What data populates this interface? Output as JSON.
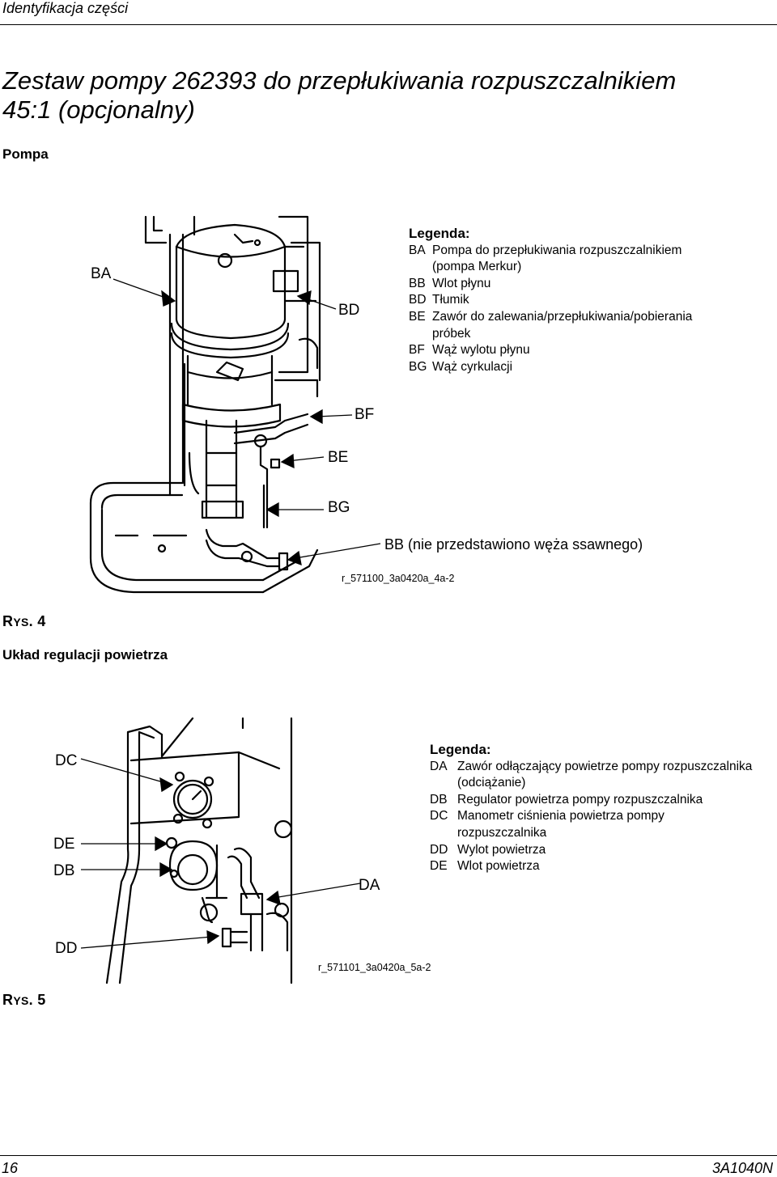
{
  "header": {
    "section": "Identyfikacja części"
  },
  "title": "Zestaw pompy 262393 do przepłukiwania rozpuszczalnikiem 45:1 (opcjonalny)",
  "figure4": {
    "heading": "Pompa",
    "callouts": {
      "ba": "BA",
      "bd": "BD",
      "bf": "BF",
      "be": "BE",
      "bg": "BG",
      "bb": "BB (nie przedstawiono węża ssawnego)"
    },
    "legend_title": "Legenda:",
    "legend": [
      {
        "code": "BA",
        "desc": "Pompa do przepłukiwania rozpuszczalnikiem (pompa Merkur)"
      },
      {
        "code": "BB",
        "desc": "Wlot płynu"
      },
      {
        "code": "BD",
        "desc": "Tłumik"
      },
      {
        "code": "BE",
        "desc": "Zawór do zalewania/przepłukiwania/pobierania próbek"
      },
      {
        "code": "BF",
        "desc": "Wąż wylotu płynu"
      },
      {
        "code": "BG",
        "desc": "Wąż cyrkulacji"
      }
    ],
    "ref": "r_571100_3a0420a_4a-2",
    "caption_prefix": "R",
    "caption_small": "YS",
    "caption_suffix": ". 4"
  },
  "figure5": {
    "heading": "Układ regulacji powietrza",
    "callouts": {
      "dc": "DC",
      "de": "DE",
      "db": "DB",
      "da": "DA",
      "dd": "DD"
    },
    "legend_title": "Legenda:",
    "legend": [
      {
        "code": "DA",
        "desc": "Zawór odłączający powietrze pompy rozpuszczalnika (odciążanie)"
      },
      {
        "code": "DB",
        "desc": "Regulator powietrza pompy rozpuszczalnika"
      },
      {
        "code": "DC",
        "desc": "Manometr ciśnienia powietrza pompy rozpuszczalnika"
      },
      {
        "code": "DD",
        "desc": "Wylot powietrza"
      },
      {
        "code": "DE",
        "desc": "Wlot powietrza"
      }
    ],
    "ref": "r_571101_3a0420a_5a-2",
    "caption_prefix": "R",
    "caption_small": "YS",
    "caption_suffix": ". 5"
  },
  "footer": {
    "page_number": "16",
    "doc_number": "3A1040N"
  }
}
